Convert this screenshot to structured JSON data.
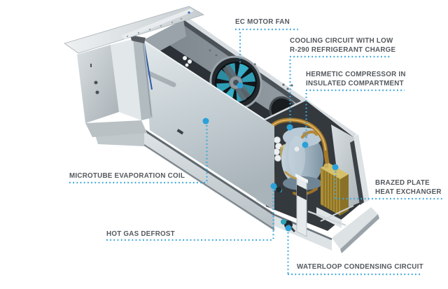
{
  "figure": {
    "kind": "product-cutaway-diagram",
    "subject": "waterloop refrigeration unit cutaway illustration"
  },
  "callouts": {
    "ec_motor_fan": {
      "text": "EC MOTOR FAN"
    },
    "cooling_circuit": {
      "text": "COOLING CIRCUIT WITH LOW\nR-290 REFRIGERANT CHARGE"
    },
    "hermetic_compressor": {
      "text": "HERMETIC COMPRESSOR IN\nINSULATED COMPARTMENT"
    },
    "microtube_coil": {
      "text": "MICROTUBE EVAPORATION COIL"
    },
    "brazed_plate": {
      "text": "BRAZED PLATE\nHEAT EXCHANGER"
    },
    "hot_gas_defrost": {
      "text": "HOT GAS DEFROST"
    },
    "waterloop": {
      "text": "WATERLOOP CONDENSING CIRCUIT"
    }
  },
  "colors": {
    "accent_blue": "#3fa9dc",
    "marker_blue": "#2aa1d8",
    "label_text": "#54595e",
    "fan_teal": "#2f9db4",
    "copper": "#a87c2e",
    "brass_block": "#ab8d35",
    "trim_blue": "#2e59a8",
    "metal_light": "#dde3e6",
    "metal_dark": "#34393d"
  }
}
